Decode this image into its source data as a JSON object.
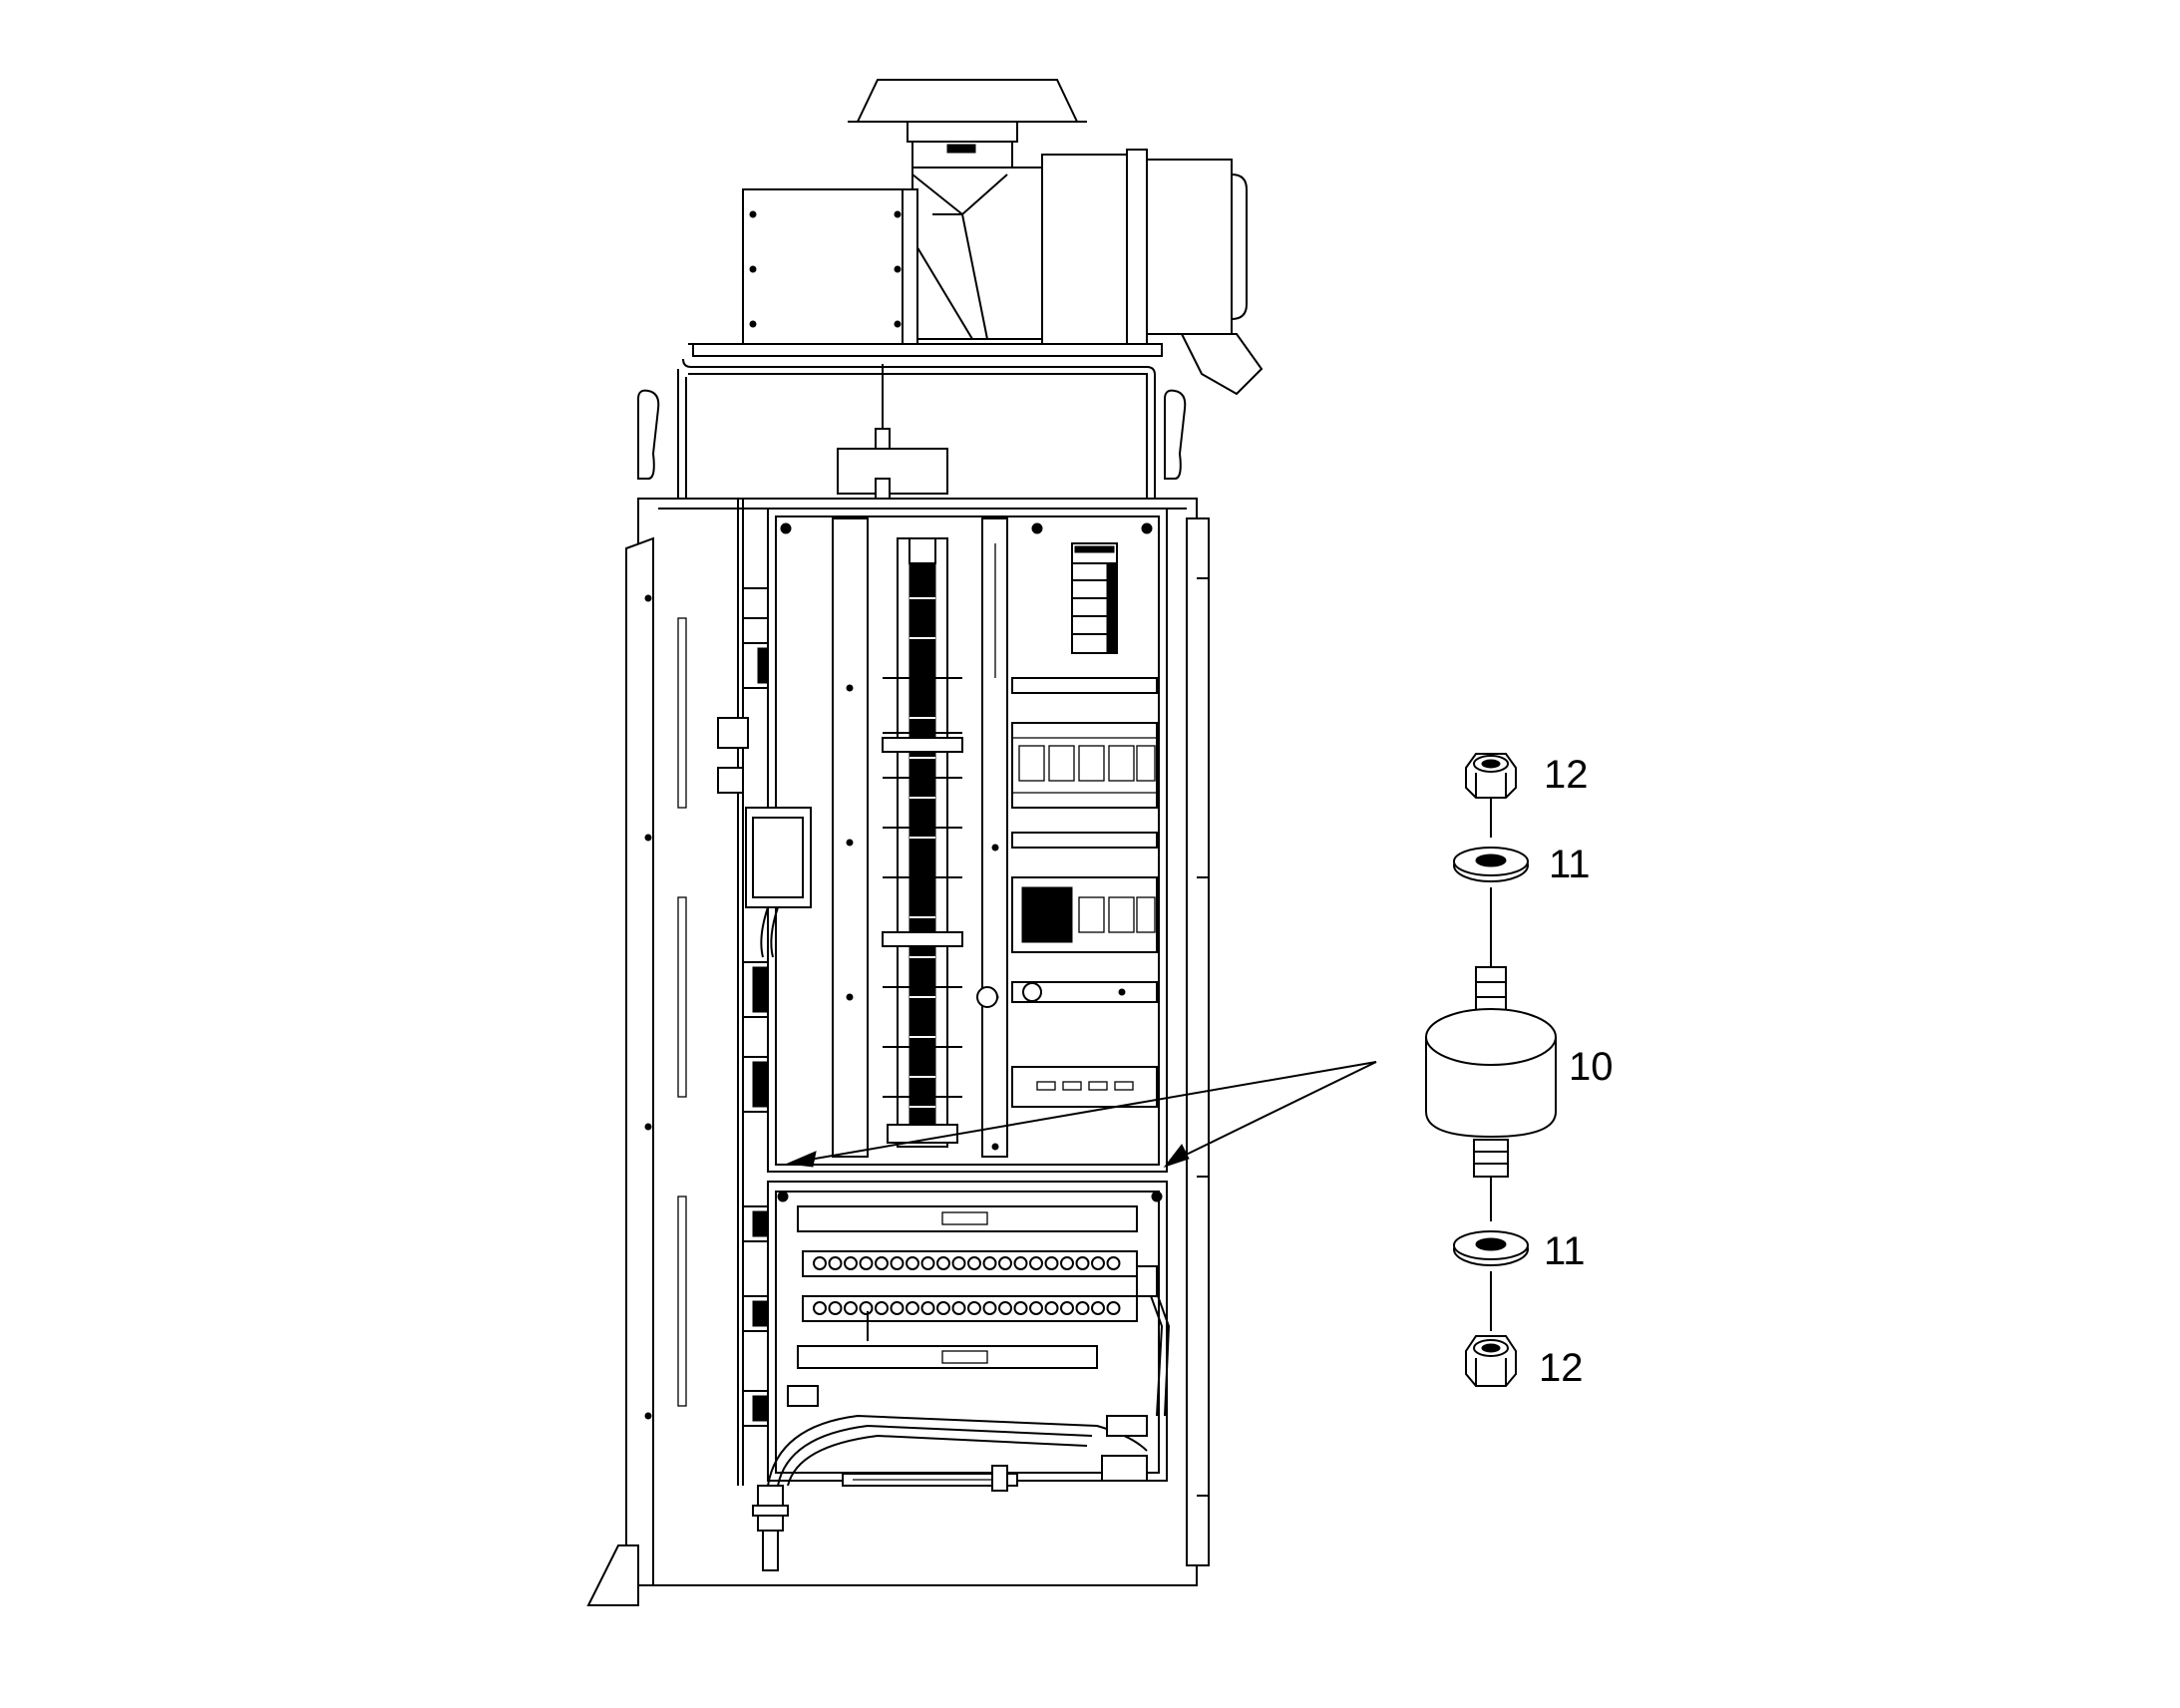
{
  "callouts": [
    {
      "id": "nut-top",
      "label": "12"
    },
    {
      "id": "washer-top",
      "label": "11"
    },
    {
      "id": "shock-mount",
      "label": "10"
    },
    {
      "id": "washer-bottom",
      "label": "11"
    },
    {
      "id": "nut-bottom",
      "label": "12"
    }
  ]
}
